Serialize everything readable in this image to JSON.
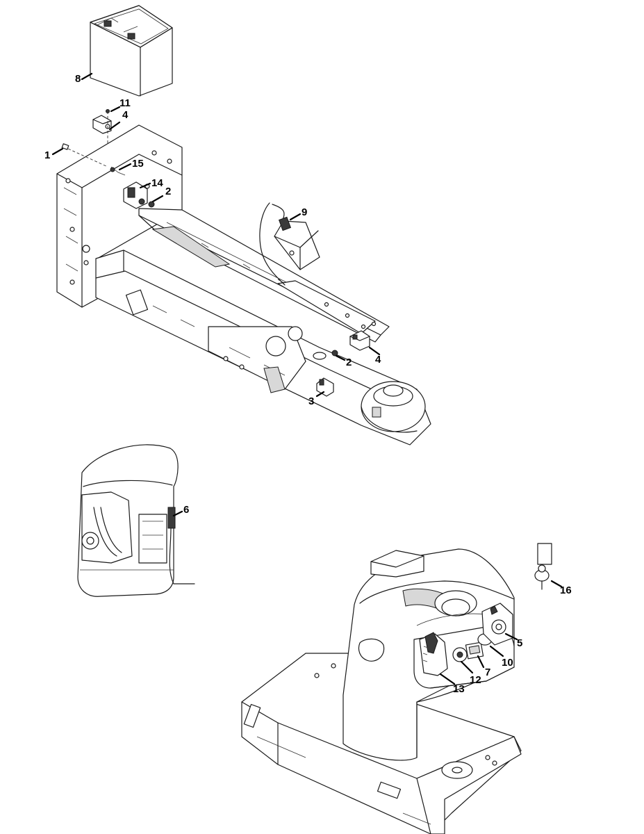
{
  "callouts": {
    "c1": "1",
    "c2a": "2",
    "c2b": "2",
    "c3": "3",
    "c4a": "4",
    "c4b": "4",
    "c5": "5",
    "c6": "6",
    "c7": "7",
    "c8": "8",
    "c9": "9",
    "c10": "10",
    "c11": "11",
    "c12": "12",
    "c13": "13",
    "c14": "14",
    "c15": "15",
    "c16": "16"
  }
}
